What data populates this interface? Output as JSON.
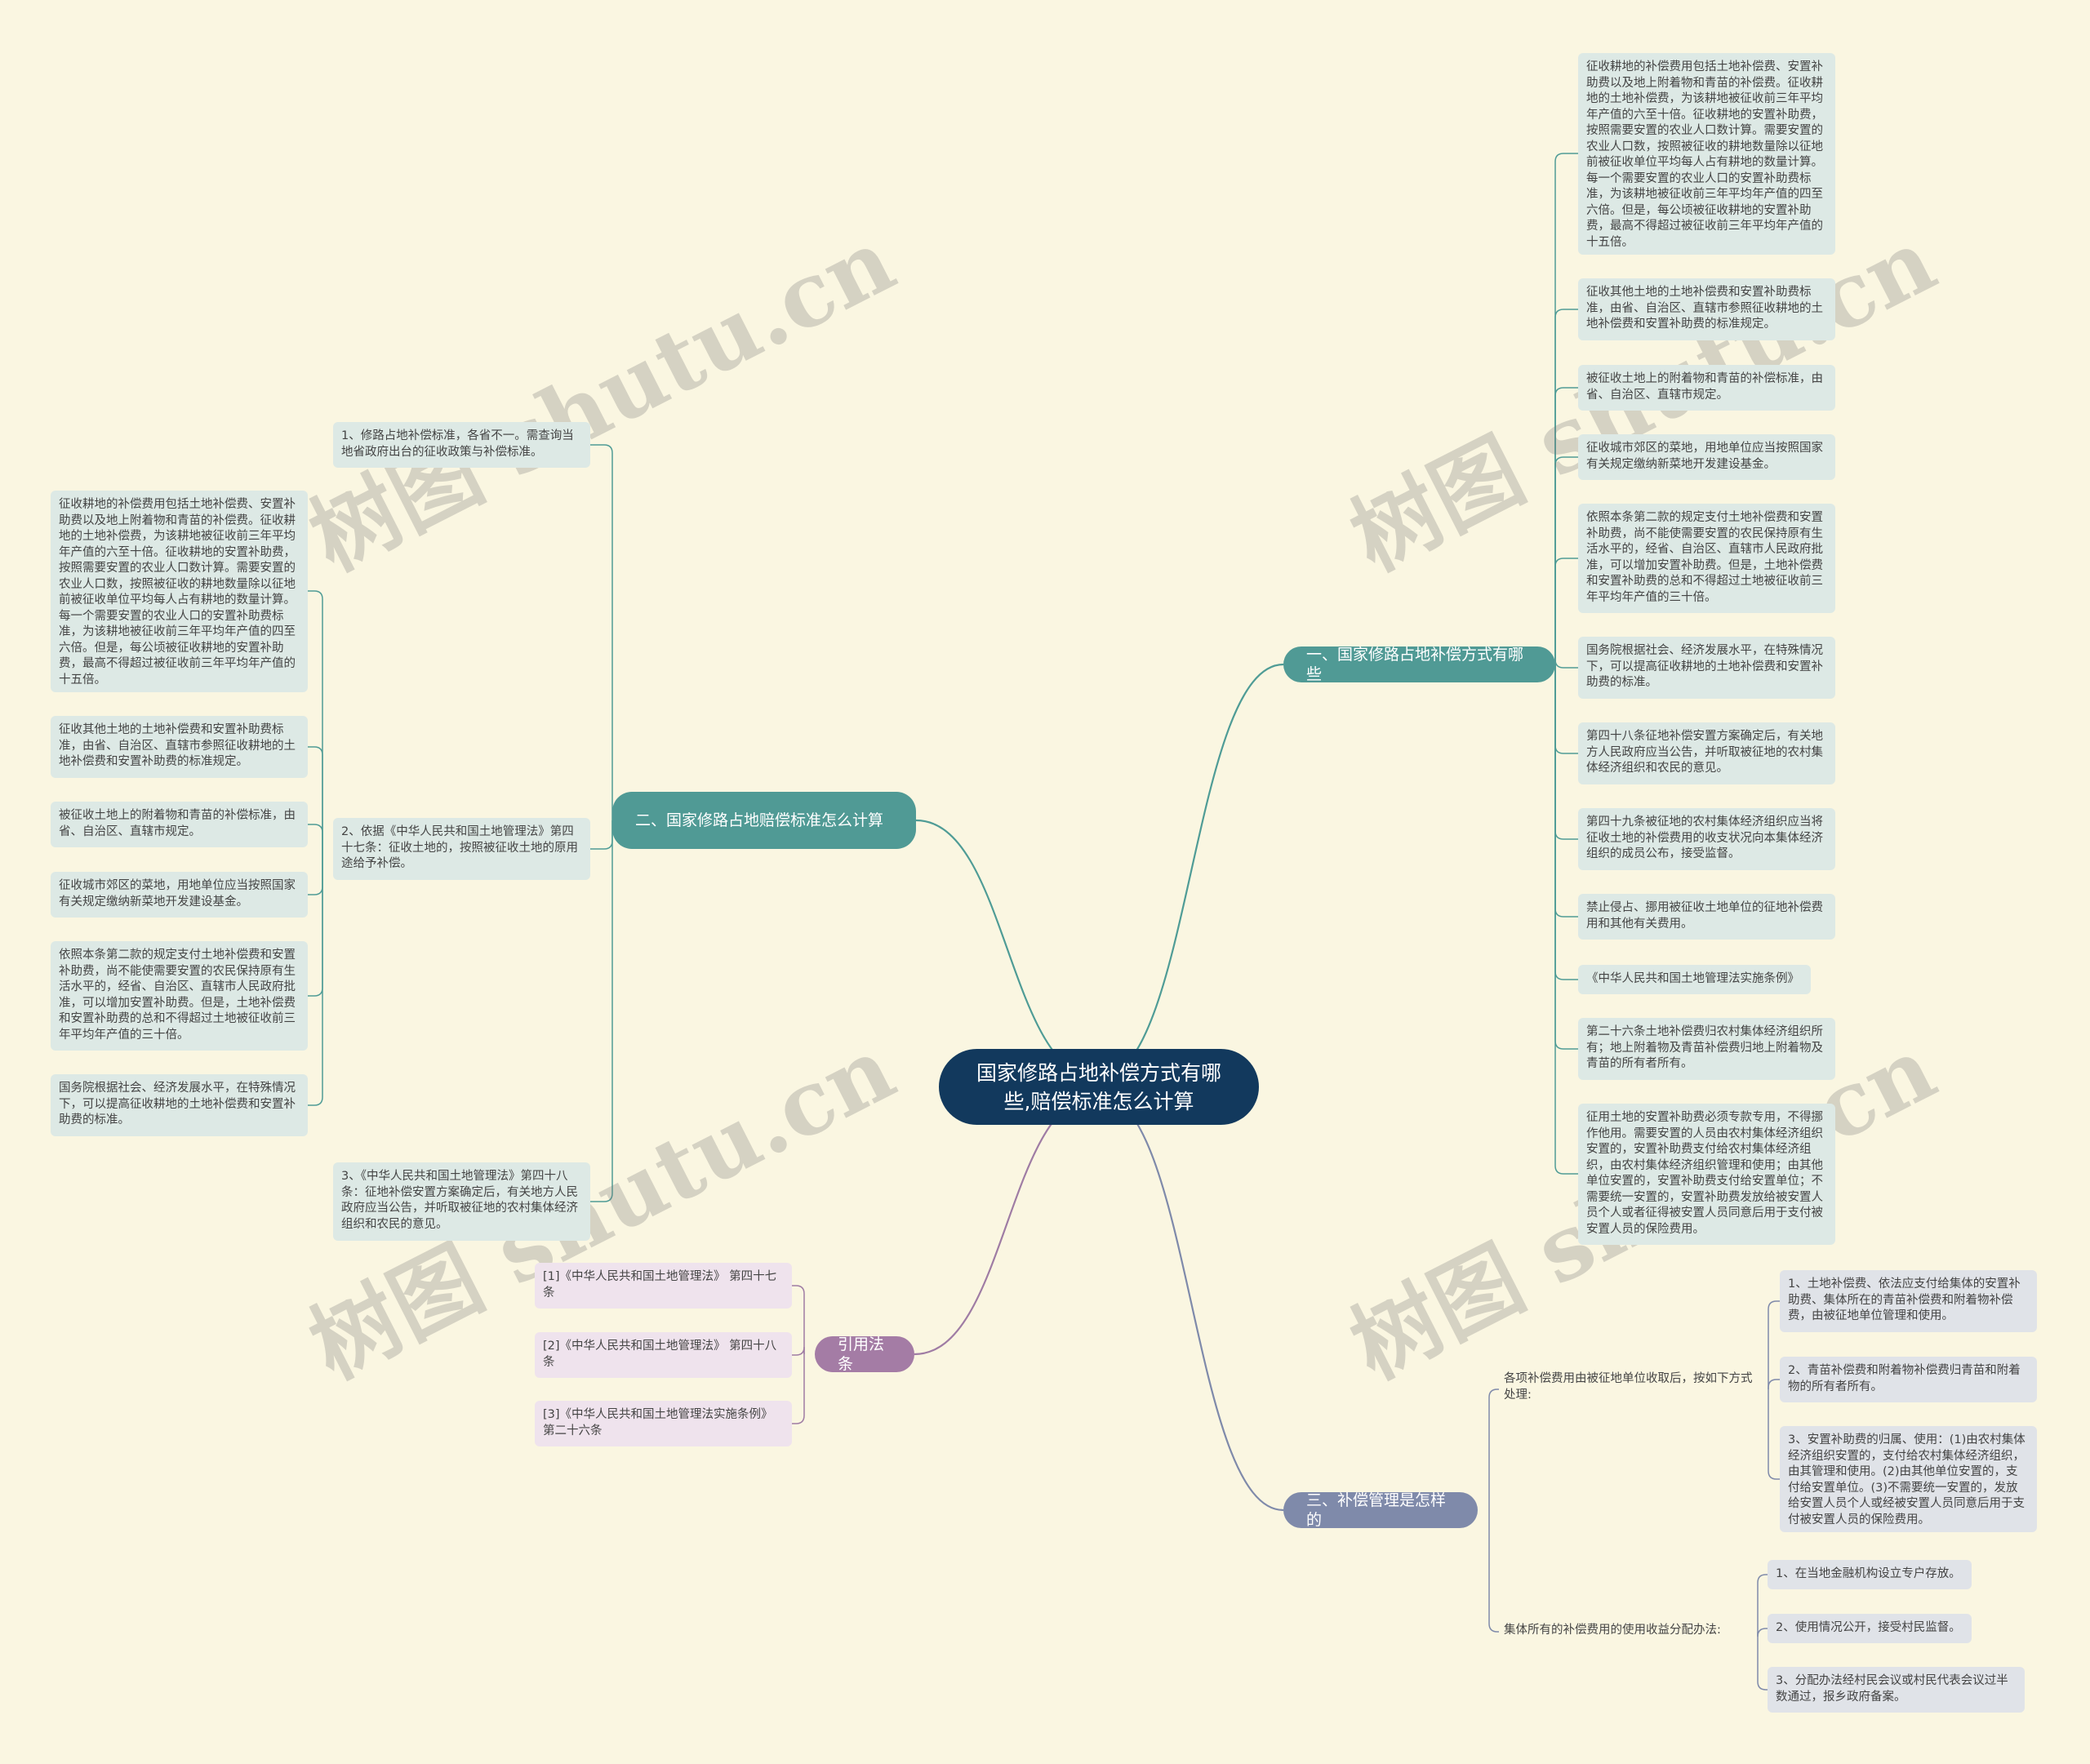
{
  "root": {
    "title": "国家修路占地补偿方式有哪些,赔偿标准怎么计算"
  },
  "watermark": "树图 shutu.cn",
  "colors": {
    "root": "#12395d",
    "branch1": "#509a95",
    "branch2": "#509a95",
    "branch3": "#7f8aaa",
    "branch4": "#a47ca5",
    "line_teal": "#4f9c96",
    "line_blue": "#7f8aaa",
    "line_purple": "#9f7ca4"
  },
  "branch1": {
    "label": "一、国家修路占地补偿方式有哪些",
    "items": [
      "征收耕地的补偿费用包括土地补偿费、安置补助费以及地上附着物和青苗的补偿费。征收耕地的土地补偿费，为该耕地被征收前三年平均年产值的六至十倍。征收耕地的安置补助费，按照需要安置的农业人口数计算。需要安置的农业人口数，按照被征收的耕地数量除以征地前被征收单位平均每人占有耕地的数量计算。每一个需要安置的农业人口的安置补助费标准，为该耕地被征收前三年平均年产值的四至六倍。但是，每公顷被征收耕地的安置补助费，最高不得超过被征收前三年平均年产值的十五倍。",
      "征收其他土地的土地补偿费和安置补助费标准，由省、自治区、直辖市参照征收耕地的土地补偿费和安置补助费的标准规定。",
      "被征收土地上的附着物和青苗的补偿标准，由省、自治区、直辖市规定。",
      "征收城市郊区的菜地，用地单位应当按照国家有关规定缴纳新菜地开发建设基金。",
      "依照本条第二款的规定支付土地补偿费和安置补助费，尚不能使需要安置的农民保持原有生活水平的，经省、自治区、直辖市人民政府批准，可以增加安置补助费。但是，土地补偿费和安置补助费的总和不得超过土地被征收前三年平均年产值的三十倍。",
      "国务院根据社会、经济发展水平，在特殊情况下，可以提高征收耕地的土地补偿费和安置补助费的标准。",
      "第四十八条征地补偿安置方案确定后，有关地方人民政府应当公告，并听取被征地的农村集体经济组织和农民的意见。",
      "第四十九条被征地的农村集体经济组织应当将征收土地的补偿费用的收支状况向本集体经济组织的成员公布，接受监督。",
      "禁止侵占、挪用被征收土地单位的征地补偿费用和其他有关费用。",
      "《中华人民共和国土地管理法实施条例》",
      "第二十六条土地补偿费归农村集体经济组织所有；地上附着物及青苗补偿费归地上附着物及青苗的所有者所有。",
      "征用土地的安置补助费必须专款专用，不得挪作他用。需要安置的人员由农村集体经济组织安置的，安置补助费支付给农村集体经济组织，由农村集体经济组织管理和使用；由其他单位安置的，安置补助费支付给安置单位；不需要统一安置的，安置补助费发放给被安置人员个人或者征得被安置人员同意后用于支付被安置人员的保险费用。"
    ]
  },
  "branch2": {
    "label": "二、国家修路占地赔偿标准怎么计算",
    "items": [
      "1、修路占地补偿标准，各省不一。需查询当地省政府出台的征收政策与补偿标准。",
      "2、依据《中华人民共和国土地管理法》第四十七条：征收土地的，按照被征收土地的原用途给予补偿。",
      "3、《中华人民共和国土地管理法》第四十八条：征地补偿安置方案确定后，有关地方人民政府应当公告，并听取被征地的农村集体经济组织和农民的意见。"
    ],
    "sub_items": [
      "征收耕地的补偿费用包括土地补偿费、安置补助费以及地上附着物和青苗的补偿费。征收耕地的土地补偿费，为该耕地被征收前三年平均年产值的六至十倍。征收耕地的安置补助费，按照需要安置的农业人口数计算。需要安置的农业人口数，按照被征收的耕地数量除以征地前被征收单位平均每人占有耕地的数量计算。每一个需要安置的农业人口的安置补助费标准，为该耕地被征收前三年平均年产值的四至六倍。但是，每公顷被征收耕地的安置补助费，最高不得超过被征收前三年平均年产值的十五倍。",
      "征收其他土地的土地补偿费和安置补助费标准，由省、自治区、直辖市参照征收耕地的土地补偿费和安置补助费的标准规定。",
      "被征收土地上的附着物和青苗的补偿标准，由省、自治区、直辖市规定。",
      "征收城市郊区的菜地，用地单位应当按照国家有关规定缴纳新菜地开发建设基金。",
      "依照本条第二款的规定支付土地补偿费和安置补助费，尚不能使需要安置的农民保持原有生活水平的，经省、自治区、直辖市人民政府批准，可以增加安置补助费。但是，土地补偿费和安置补助费的总和不得超过土地被征收前三年平均年产值的三十倍。",
      "国务院根据社会、经济发展水平，在特殊情况下，可以提高征收耕地的土地补偿费和安置补助费的标准。"
    ]
  },
  "branch3": {
    "label": "三、补偿管理是怎样的",
    "groups": [
      {
        "label": "各项补偿费用由被征地单位收取后，按如下方式处理:",
        "items": [
          "1、土地补偿费、依法应支付给集体的安置补助费、集体所在的青苗补偿费和附着物补偿费，由被征地单位管理和使用。",
          "2、青苗补偿费和附着物补偿费归青苗和附着物的所有者所有。",
          "3、安置补助费的归属、使用：(1)由农村集体经济组织安置的，支付给农村集体经济组织，由其管理和使用。(2)由其他单位安置的，支付给安置单位。(3)不需要统一安置的，发放给安置人员个人或经被安置人员同意后用于支付被安置人员的保险费用。"
        ]
      },
      {
        "label": "集体所有的补偿费用的使用收益分配办法:",
        "items": [
          "1、在当地金融机构设立专户存放。",
          "2、使用情况公开，接受村民监督。",
          "3、分配办法经村民会议或村民代表会议过半数通过，报乡政府备案。"
        ]
      }
    ]
  },
  "branch4": {
    "label": "引用法条",
    "items": [
      "[1]《中华人民共和国土地管理法》 第四十七条",
      "[2]《中华人民共和国土地管理法》 第四十八条",
      "[3]《中华人民共和国土地管理法实施条例》 第二十六条"
    ]
  }
}
